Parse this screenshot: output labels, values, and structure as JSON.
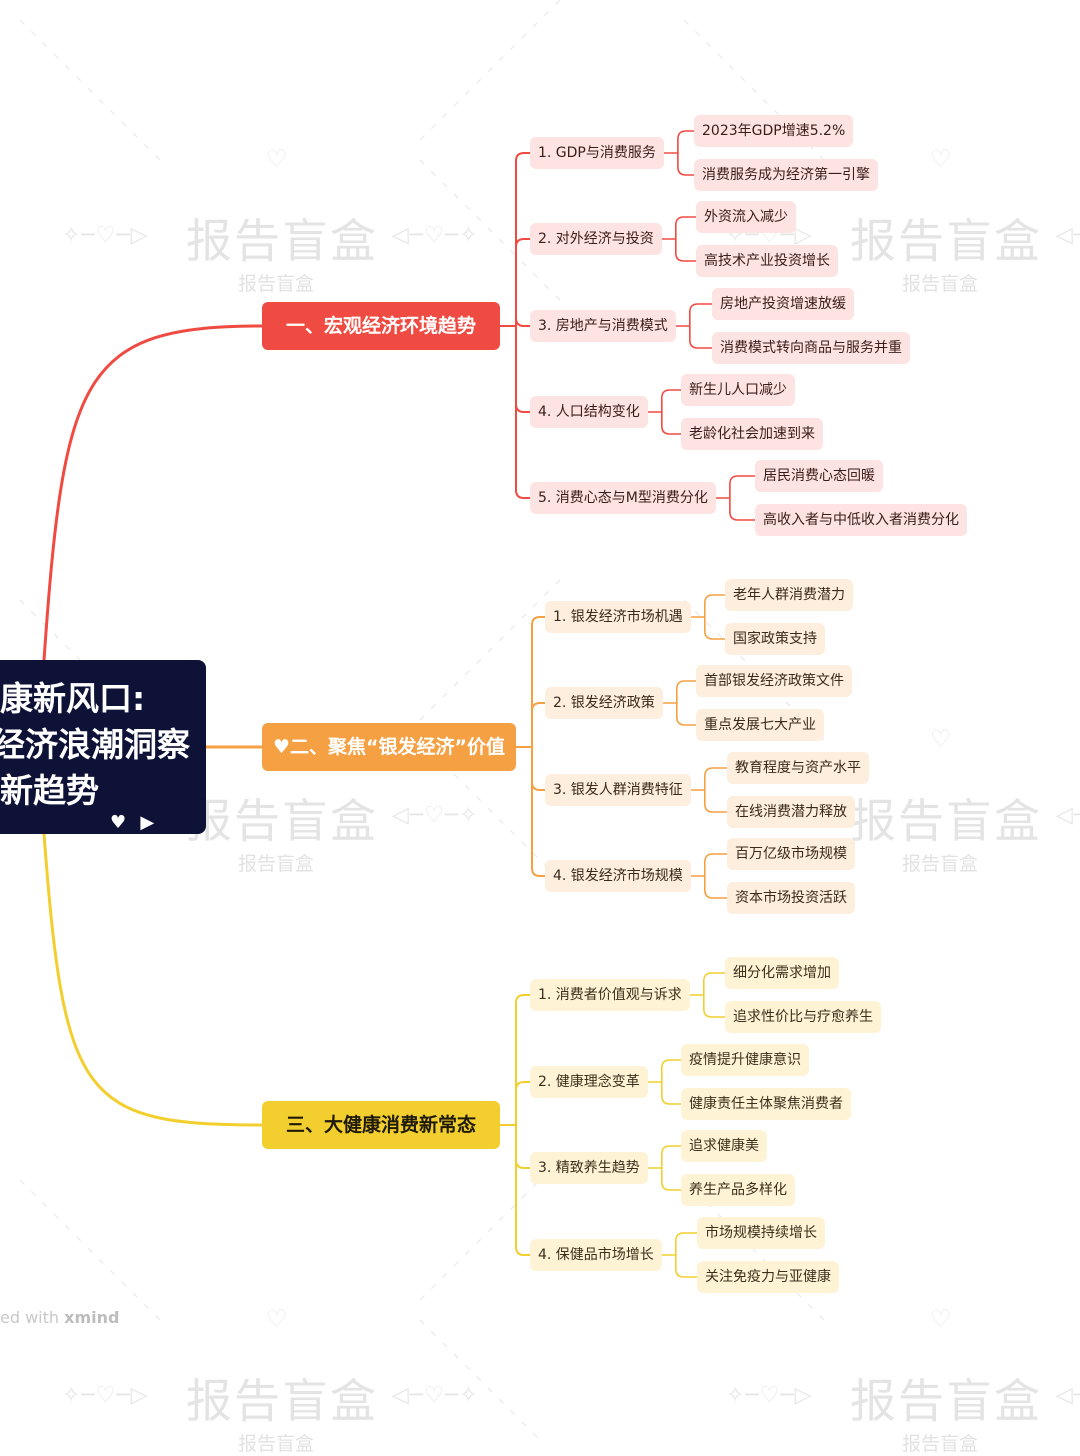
{
  "root": {
    "lines": [
      "康新风口:",
      "经济浪潮洞察",
      "新趋势"
    ]
  },
  "branches": [
    {
      "title": "一、宏观经济环境趋势",
      "color": "#f04b42",
      "subs": [
        {
          "label": "1. GDP与消费服务",
          "leaves": [
            "2023年GDP增速5.2%",
            "消费服务成为经济第一引擎"
          ]
        },
        {
          "label": "2. 对外经济与投资",
          "leaves": [
            "外资流入减少",
            "高技术产业投资增长"
          ]
        },
        {
          "label": "3. 房地产与消费模式",
          "leaves": [
            "房地产投资增速放缓",
            "消费模式转向商品与服务并重"
          ]
        },
        {
          "label": "4. 人口结构变化",
          "leaves": [
            "新生儿人口减少",
            "老龄化社会加速到来"
          ]
        },
        {
          "label": "5. 消费心态与M型消费分化",
          "leaves": [
            "居民消费心态回暖",
            "高收入者与中低收入者消费分化"
          ]
        }
      ]
    },
    {
      "title": "二、聚焦“银发经济”价值",
      "color": "#f5a043",
      "subs": [
        {
          "label": "1. 银发经济市场机遇",
          "leaves": [
            "老年人群消费潜力",
            "国家政策支持"
          ]
        },
        {
          "label": "2. 银发经济政策",
          "leaves": [
            "首部银发经济政策文件",
            "重点发展七大产业"
          ]
        },
        {
          "label": "3. 银发人群消费特征",
          "leaves": [
            "教育程度与资产水平",
            "在线消费潜力释放"
          ]
        },
        {
          "label": "4. 银发经济市场规模",
          "leaves": [
            "百万亿级市场规模",
            "资本市场投资活跃"
          ]
        }
      ]
    },
    {
      "title": "三、大健康消费新常态",
      "color": "#f2cf2e",
      "subs": [
        {
          "label": "1. 消费者价值观与诉求",
          "leaves": [
            "细分化需求增加",
            "追求性价比与疗愈养生"
          ]
        },
        {
          "label": "2. 健康理念变革",
          "leaves": [
            "疫情提升健康意识",
            "健康责任主体聚焦消费者"
          ]
        },
        {
          "label": "3. 精致养生趋势",
          "leaves": [
            "追求健康美",
            "养生产品多样化"
          ]
        },
        {
          "label": "4. 保健品市场增长",
          "leaves": [
            "市场规模持续增长",
            "关注免疫力与亚健康"
          ]
        }
      ]
    }
  ],
  "watermark": {
    "large": "报告盲盒",
    "small": "报告盲盒"
  },
  "credit": {
    "prefix": "ed with",
    "brand": "xmind"
  }
}
